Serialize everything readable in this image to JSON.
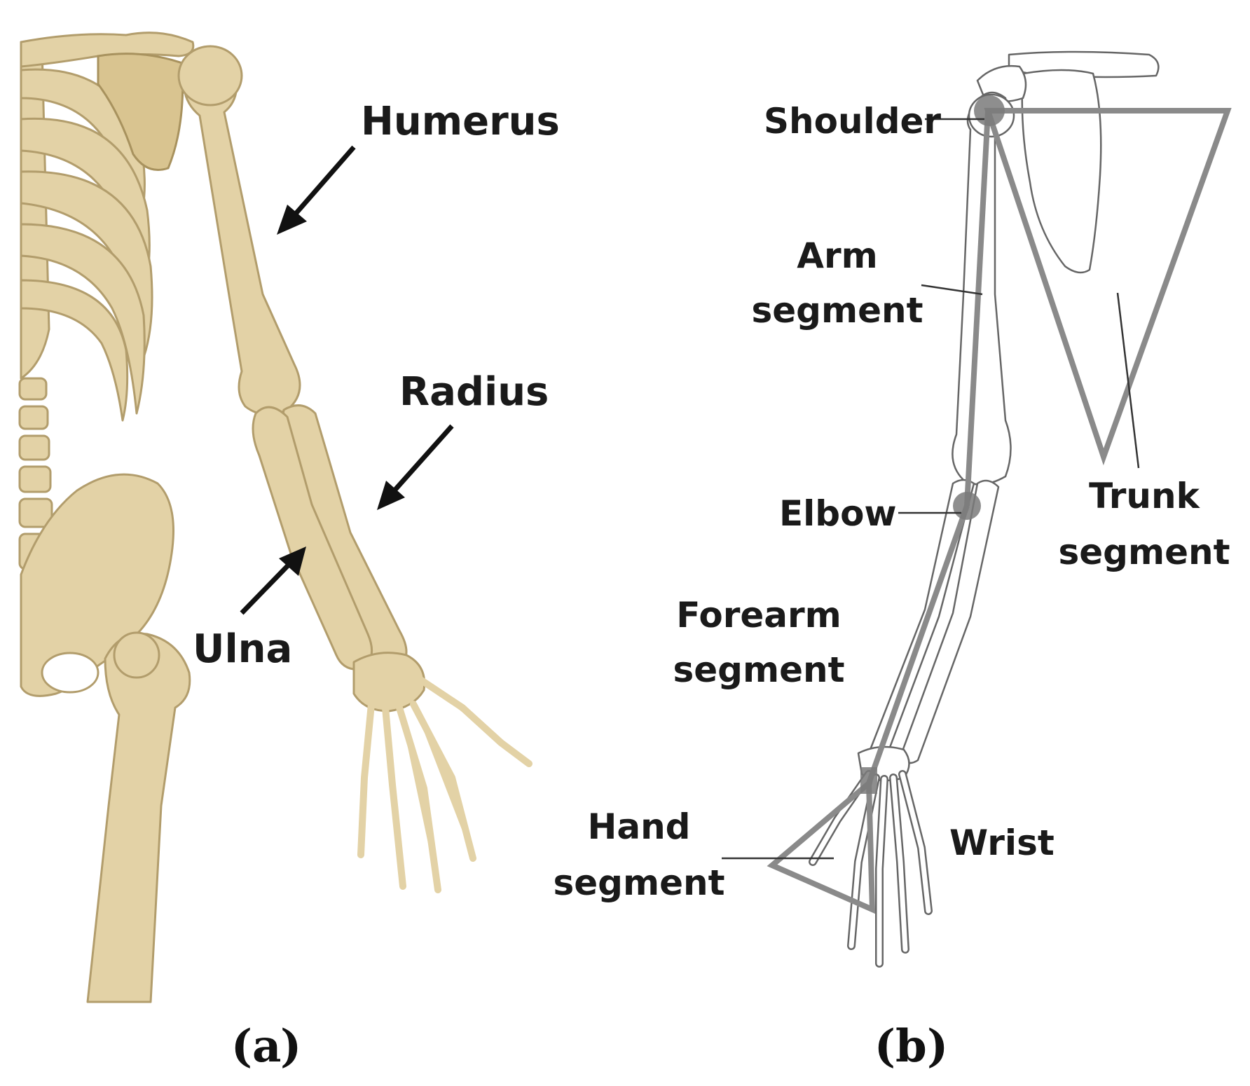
{
  "panel_a": {
    "labels": {
      "humerus": "Humerus",
      "radius": "Radius",
      "ulna": "Ulna"
    },
    "caption_open": "(",
    "caption_letter": "a",
    "caption_close": ")"
  },
  "panel_b": {
    "labels": {
      "shoulder": "Shoulder",
      "arm_1": "Arm",
      "arm_2": "segment",
      "elbow": "Elbow",
      "forearm_1": "Forearm",
      "forearm_2": "segment",
      "hand_1": "Hand",
      "hand_2": "segment",
      "wrist": "Wrist",
      "trunk_1": "Trunk",
      "trunk_2": "segment"
    },
    "caption_open": "(",
    "caption_letter": "b",
    "caption_close": ")"
  },
  "colors": {
    "bone_fill": "#e3d2a6",
    "bone_outline": "#b29d6c",
    "segment_line": "#8a8a8a",
    "joint_marker": "#7a7a7a"
  }
}
